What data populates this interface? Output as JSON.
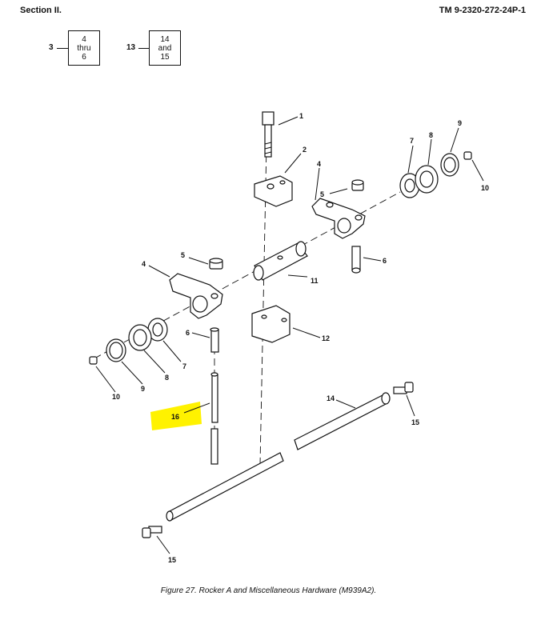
{
  "header": {
    "section": "Section II.",
    "tm_number": "TM 9-2320-272-24P-1"
  },
  "figure_refs": [
    {
      "ref": "3",
      "box": [
        "4",
        "thru",
        "6"
      ]
    },
    {
      "ref": "13",
      "box": [
        "14",
        "and",
        "15"
      ]
    }
  ],
  "callouts": {
    "c1": "1",
    "c2": "2",
    "c4a": "4",
    "c4b": "4",
    "c5a": "5",
    "c5b": "5",
    "c6a": "6",
    "c6b": "6",
    "c7a": "7",
    "c7b": "7",
    "c8a": "8",
    "c8b": "8",
    "c9a": "9",
    "c9b": "9",
    "c10a": "10",
    "c10b": "10",
    "c11": "11",
    "c12": "12",
    "c14": "14",
    "c15a": "15",
    "c15b": "15",
    "c16": "16"
  },
  "highlight_color": "#fff200",
  "caption": "Figure 27.  Rocker A and Miscellaneous Hardware (M939A2)."
}
